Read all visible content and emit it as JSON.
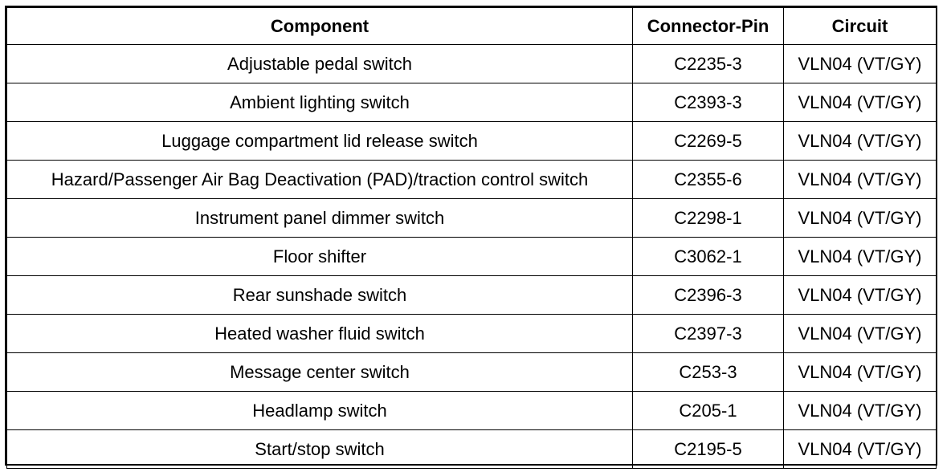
{
  "table": {
    "headers": [
      "Component",
      "Connector-Pin",
      "Circuit"
    ],
    "rows": [
      [
        "Adjustable pedal switch",
        "C2235-3",
        "VLN04 (VT/GY)"
      ],
      [
        "Ambient lighting switch",
        "C2393-3",
        "VLN04 (VT/GY)"
      ],
      [
        "Luggage compartment lid release switch",
        "C2269-5",
        "VLN04 (VT/GY)"
      ],
      [
        "Hazard/Passenger Air Bag Deactivation (PAD)/traction control switch",
        "C2355-6",
        "VLN04 (VT/GY)"
      ],
      [
        "Instrument panel dimmer switch",
        "C2298-1",
        "VLN04 (VT/GY)"
      ],
      [
        "Floor shifter",
        "C3062-1",
        "VLN04 (VT/GY)"
      ],
      [
        "Rear sunshade switch",
        "C2396-3",
        "VLN04 (VT/GY)"
      ],
      [
        "Heated washer fluid switch",
        "C2397-3",
        "VLN04 (VT/GY)"
      ],
      [
        "Message center switch",
        "C253-3",
        "VLN04 (VT/GY)"
      ],
      [
        "Headlamp switch",
        "C205-1",
        "VLN04 (VT/GY)"
      ],
      [
        "Start/stop switch",
        "C2195-5",
        "VLN04 (VT/GY)"
      ]
    ]
  }
}
